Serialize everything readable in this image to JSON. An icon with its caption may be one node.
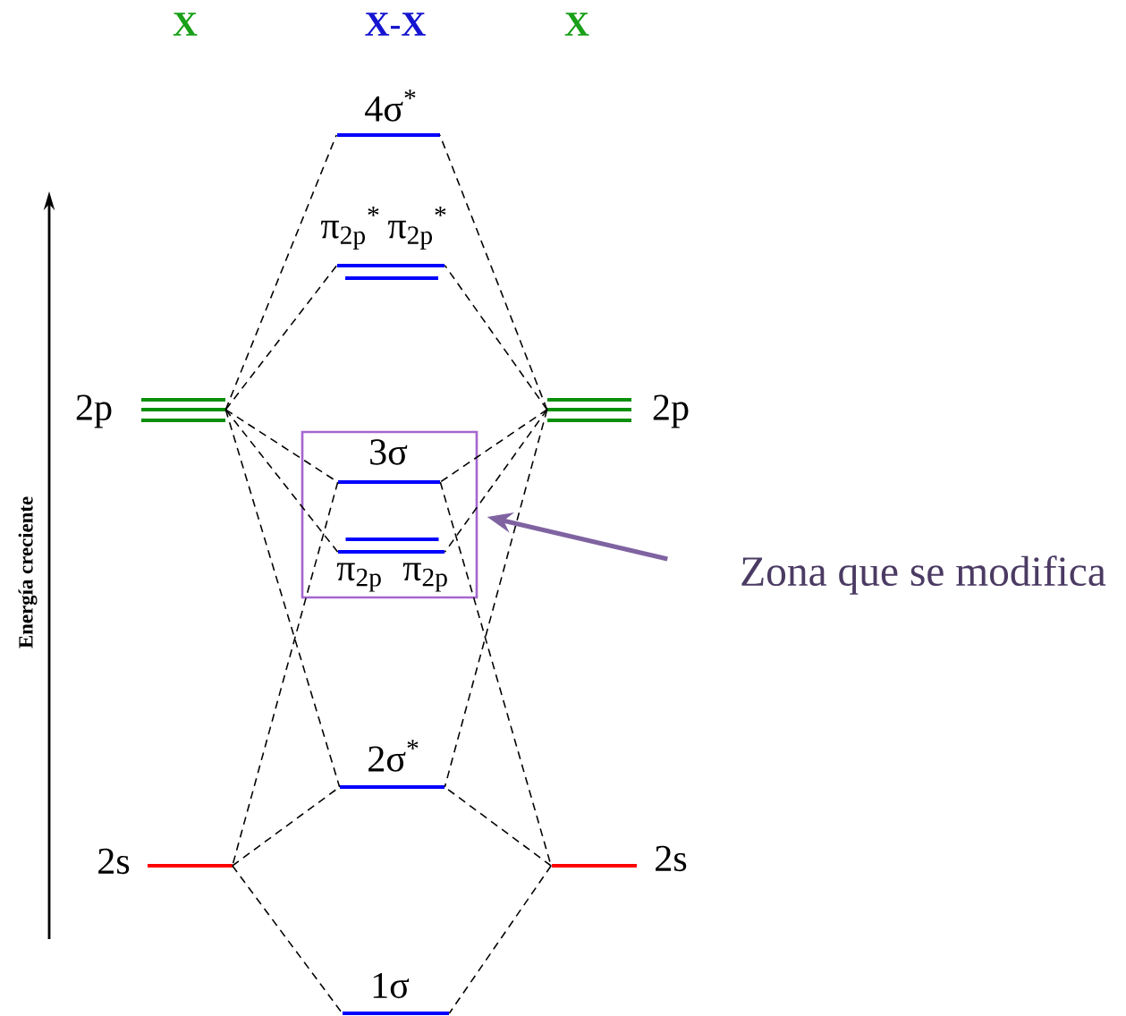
{
  "diagram": {
    "nodes": [
      {
        "text": [
          "2p"
        ]
      },
      {
        "text": [
          "2p"
        ]
      },
      {
        "text": [
          "2s"
        ]
      },
      {
        "text": [
          "2s"
        ]
      },
      {
        "text": [
          "4σ$^{*}$"
        ]
      },
      {
        "text": [
          "π$_{2p}$$^{*}$",
          "π$_{2p}$$^{*}$"
        ]
      },
      {
        "text": [],
        "shape": "box"
      },
      {
        "text": [
          "3σ"
        ],
        "in": 6
      },
      {
        "text": [
          "π$_{2p}$",
          "π$_{2p}$"
        ],
        "in": 6
      },
      {
        "text": [
          "2σ$^{*}$"
        ]
      },
      {
        "text": [
          "1σ"
        ]
      },
      {
        "text": [
          "Zona que se modifica"
        ]
      }
    ],
    "edges": [
      {
        "from": 0,
        "to": 4,
        "arrow": "none",
        "style": "dashed"
      },
      {
        "from": 1,
        "to": 4,
        "arrow": "none",
        "style": "dashed"
      },
      {
        "from": 0,
        "to": 5,
        "arrow": "none",
        "style": "dashed"
      },
      {
        "from": 1,
        "to": 5,
        "arrow": "none",
        "style": "dashed"
      },
      {
        "from": 0,
        "to": 7,
        "arrow": "none",
        "style": "dashed"
      },
      {
        "from": 1,
        "to": 7,
        "arrow": "none",
        "style": "dashed"
      },
      {
        "from": 0,
        "to": 8,
        "arrow": "none",
        "style": "dashed"
      },
      {
        "from": 1,
        "to": 8,
        "arrow": "none",
        "style": "dashed"
      },
      {
        "from": 0,
        "to": 9,
        "arrow": "none",
        "style": "dashed"
      },
      {
        "from": 1,
        "to": 9,
        "arrow": "none",
        "style": "dashed"
      },
      {
        "from": 7,
        "to": 2,
        "arrow": "none",
        "style": "dashed"
      },
      {
        "from": 7,
        "to": 3,
        "arrow": "none",
        "style": "dashed"
      },
      {
        "from": 2,
        "to": 9,
        "arrow": "none",
        "style": "dashed"
      },
      {
        "from": 3,
        "to": 9,
        "arrow": "none",
        "style": "dashed"
      },
      {
        "from": 2,
        "to": 10,
        "arrow": "none",
        "style": "dashed"
      },
      {
        "from": 3,
        "to": 10,
        "arrow": "none",
        "style": "dashed"
      },
      {
        "from": 11,
        "to": 6,
        "arrow": "to",
        "style": "thick",
        "color": "#7f63a1"
      }
    ],
    "labels": [
      "X",
      "X-X",
      "X",
      "Energía creciente"
    ]
  }
}
